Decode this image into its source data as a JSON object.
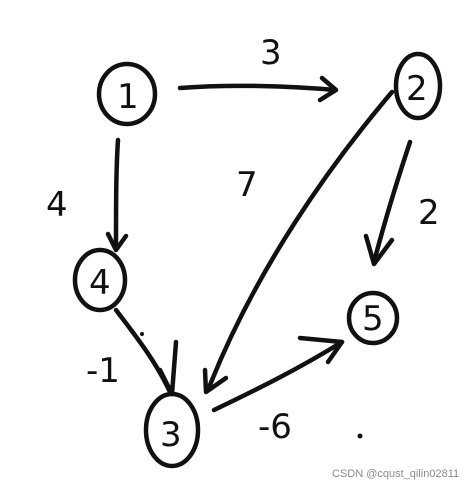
{
  "diagram": {
    "nodes": [
      {
        "id": "1",
        "label": "1"
      },
      {
        "id": "2",
        "label": "2"
      },
      {
        "id": "4",
        "label": "4"
      },
      {
        "id": "3",
        "label": "3"
      },
      {
        "id": "5",
        "label": "5"
      }
    ],
    "edges": [
      {
        "from": "1",
        "to": "2",
        "weight": "3"
      },
      {
        "from": "1",
        "to": "4",
        "weight": "4"
      },
      {
        "from": "2",
        "to": "3",
        "weight": "7"
      },
      {
        "from": "2",
        "to": "5",
        "weight": "2"
      },
      {
        "from": "4",
        "to": "3",
        "weight": "-1"
      },
      {
        "from": "3",
        "to": "5",
        "weight": "-6"
      }
    ]
  },
  "watermark": "CSDN @cqust_qilin02811"
}
